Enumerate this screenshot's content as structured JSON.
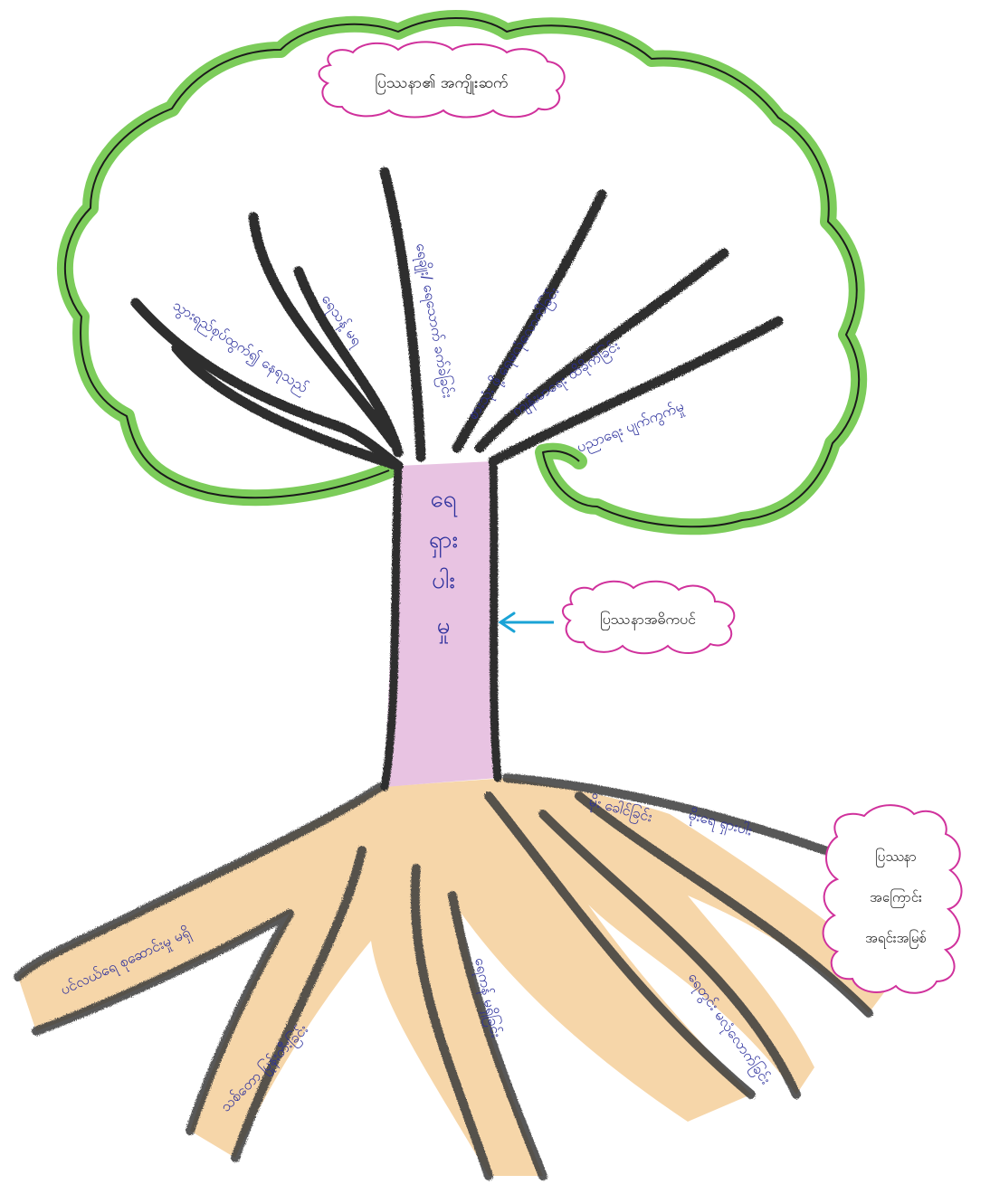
{
  "diagram": {
    "type": "problem-tree",
    "labels": {
      "crown": "ပြဿနာ၏ အကျိုးဆက်",
      "trunk": "ပြဿနာအဓိကပင်",
      "roots": "ပြဿနာ အကြောင်း အရင်းအမြစ်"
    },
    "trunk_text": [
      "ရေ",
      "ရှား",
      "ပါး",
      "မှု"
    ],
    "branch_texts": [
      "သွားရည်စုပ်ထွက်၍ နေရသည်",
      "ရေသန့် မရ",
      "ရေချိုး/ ရေသောက် ခက်ခဲခြင်း",
      "စားသုံး ဖို့ ရေမလုံလောက်ခြင်း",
      "ကျန်းမာရေး ထိခိုက်ခြင်း",
      "ပညာရေး ပျက်ကွက်မှု"
    ],
    "root_texts": [
      "ပင်လယ်ရေ စုဆောင်းမှု မရှိ",
      "သစ်တော ပြုန်းတီးခြင်း",
      "ရေကန် မရှိခြင်း",
      "ရေတွင်း မလုံလောက်ခြင်း",
      "မိုး ခေါင်ခြင်း",
      "မိုးရေ ရှားပါး"
    ],
    "colors": {
      "crown": "#7ccc5a",
      "trunk": "#e8c3e2",
      "roots": "#f6d6a9",
      "cloud": "#d0319c",
      "arrow": "#1aa3d6",
      "ink": "#2b2f9c"
    }
  }
}
